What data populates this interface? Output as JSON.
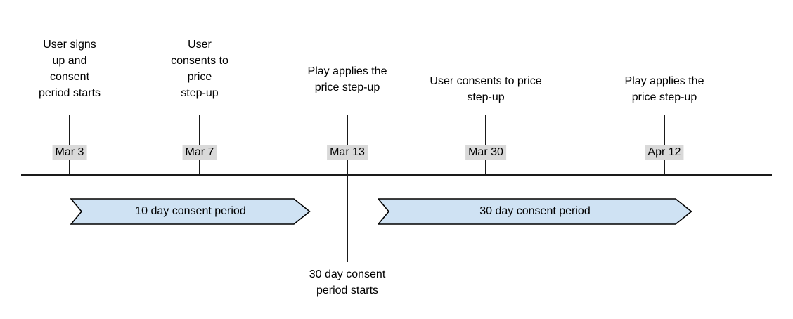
{
  "diagram": {
    "colors": {
      "arrow_fill": "#cfe2f3",
      "arrow_border": "#000000",
      "date_badge_bg": "#d9d9d9",
      "line": "#1a1a1a",
      "text": "#000000",
      "background": "#ffffff"
    },
    "events": [
      {
        "date": "Mar 3",
        "title": "User signs\nup and\nconsent\nperiod starts"
      },
      {
        "date": "Mar 7",
        "title": "User\nconsents to\nprice\nstep-up"
      },
      {
        "date": "Mar 13",
        "title": "Play applies the\nprice step-up",
        "note_below": "30 day consent\nperiod starts"
      },
      {
        "date": "Mar 30",
        "title": "User consents to price\nstep-up"
      },
      {
        "date": "Apr 12",
        "title": "Play applies the\nprice step-up"
      }
    ],
    "periods": [
      {
        "label": "10 day consent period"
      },
      {
        "label": "30 day consent period"
      }
    ]
  }
}
